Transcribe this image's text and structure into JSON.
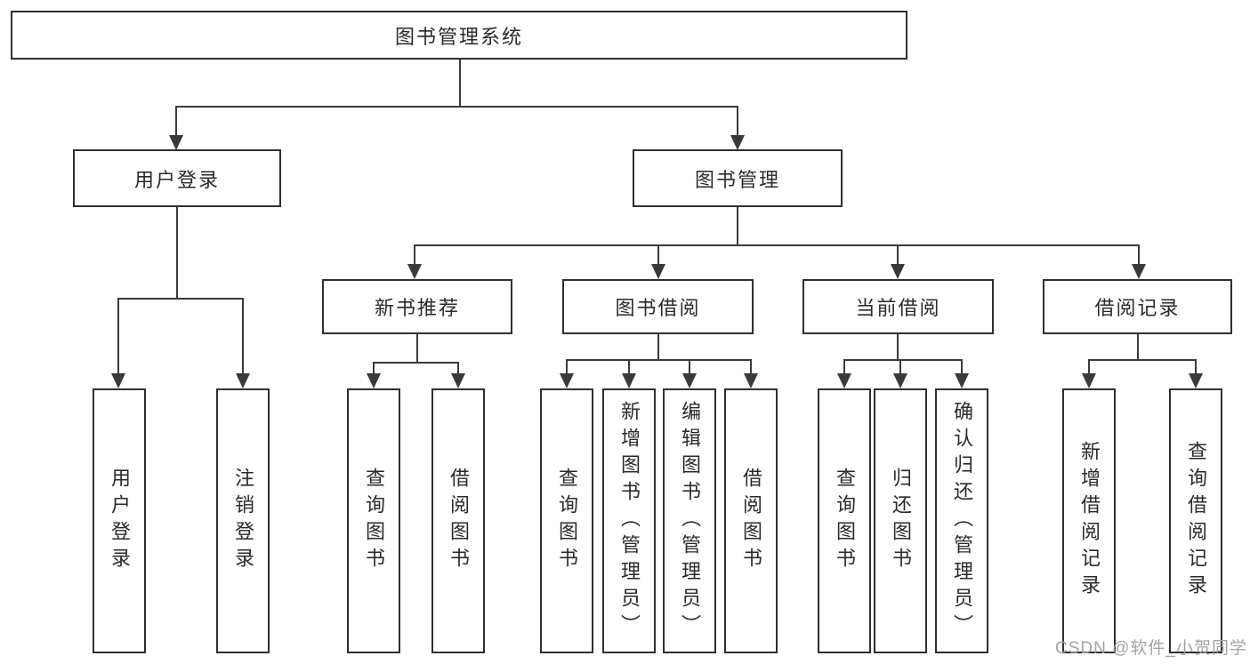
{
  "diagram": {
    "root": {
      "label": "图书管理系统"
    },
    "level2": [
      {
        "label": "用户登录"
      },
      {
        "label": "图书管理"
      }
    ],
    "level3": [
      {
        "label": "新书推荐"
      },
      {
        "label": "图书借阅"
      },
      {
        "label": "当前借阅"
      },
      {
        "label": "借阅记录"
      }
    ],
    "leaves": [
      "用户登录",
      "注销登录",
      "查询图书",
      "借阅图书",
      "查询图书",
      "新增图书（管理员）",
      "编辑图书（管理员）",
      "借阅图书",
      "查询图书",
      "归还图书",
      "确认归还（管理员）",
      "新增借阅记录",
      "查询借阅记录"
    ]
  },
  "colors": {
    "line": "#3a3a3a",
    "box_border": "#2f2f2f",
    "text": "#2a2a2a",
    "watermark": "#9e9e9e"
  },
  "watermark": {
    "text": "CSDN @软件_小贺同学"
  }
}
